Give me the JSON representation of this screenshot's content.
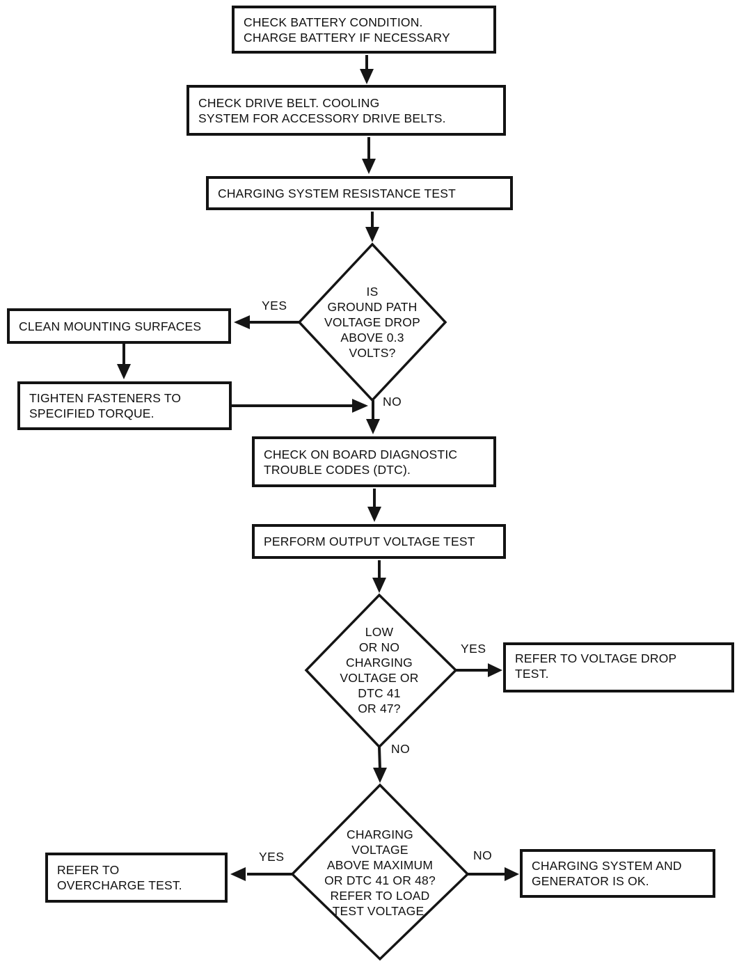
{
  "diagram": {
    "title": "Charging system diagnostic flowchart",
    "colors": {
      "background": "#ffffff",
      "line": "#151515",
      "text": "#101010"
    },
    "nodes": {
      "check_battery": {
        "type": "process",
        "label": "CHECK BATTERY CONDITION.\nCHARGE BATTERY IF NECESSARY"
      },
      "check_drive_belt": {
        "type": "process",
        "label": "CHECK DRIVE BELT. COOLING\nSYSTEM FOR ACCESSORY DRIVE BELTS."
      },
      "resistance_test": {
        "type": "process",
        "label": "CHARGING SYSTEM RESISTANCE TEST"
      },
      "ground_path_decision": {
        "type": "decision",
        "label": "IS\nGROUND PATH\nVOLTAGE DROP\nABOVE 0.3\nVOLTS?"
      },
      "clean_mounting": {
        "type": "process",
        "label": "CLEAN MOUNTING SURFACES"
      },
      "tighten_fasteners": {
        "type": "process",
        "label": "TIGHTEN FASTENERS TO\nSPECIFIED TORQUE."
      },
      "check_dtc": {
        "type": "process",
        "label": "CHECK ON BOARD DIAGNOSTIC\nTROUBLE CODES (DTC)."
      },
      "output_voltage_test": {
        "type": "process",
        "label": "PERFORM OUTPUT VOLTAGE TEST"
      },
      "low_charging_decision": {
        "type": "decision",
        "label": "LOW\nOR NO\nCHARGING\nVOLTAGE OR\nDTC 41\nOR 47?"
      },
      "refer_voltage_drop": {
        "type": "process",
        "label": "REFER TO VOLTAGE DROP\nTEST."
      },
      "overcharge_decision": {
        "type": "decision",
        "label": "CHARGING\nVOLTAGE\nABOVE MAXIMUM\nOR DTC 41 OR 48?\nREFER TO LOAD\nTEST VOLTAGE."
      },
      "refer_overcharge": {
        "type": "process",
        "label": "REFER TO\nOVERCHARGE TEST."
      },
      "system_ok": {
        "type": "process",
        "label": "CHARGING SYSTEM AND\nGENERATOR IS OK."
      }
    },
    "edge_labels": {
      "ground_path_yes": "YES",
      "ground_path_no": "NO",
      "low_charging_yes": "YES",
      "low_charging_no": "NO",
      "overcharge_yes": "YES",
      "overcharge_no": "NO"
    }
  }
}
